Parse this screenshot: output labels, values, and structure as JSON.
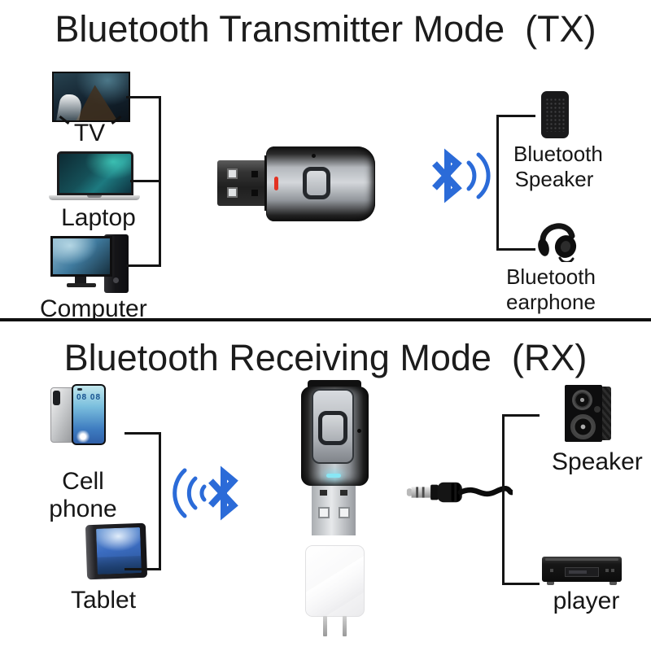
{
  "colors": {
    "bluetooth_blue": "#2B6BD8",
    "line_black": "#141414",
    "tx_led_red": "#e23222",
    "rx_led_cyan": "#88e7f5",
    "background": "#ffffff"
  },
  "tx": {
    "title": "Bluetooth Transmitter Mode  (TX)",
    "sources": [
      {
        "label": "TV"
      },
      {
        "label": "Laptop"
      },
      {
        "label": "Computer"
      }
    ],
    "targets": [
      {
        "line1": "Bluetooth",
        "line2": "Speaker"
      },
      {
        "line1": "Bluetooth",
        "line2": "earphone"
      }
    ]
  },
  "rx": {
    "title": "Bluetooth Receiving Mode  (RX)",
    "phone_clock": "08 08",
    "sources": [
      {
        "label": "Cell phone"
      },
      {
        "label": "Tablet"
      }
    ],
    "targets": [
      {
        "label": "Speaker"
      },
      {
        "label": "player"
      }
    ]
  }
}
